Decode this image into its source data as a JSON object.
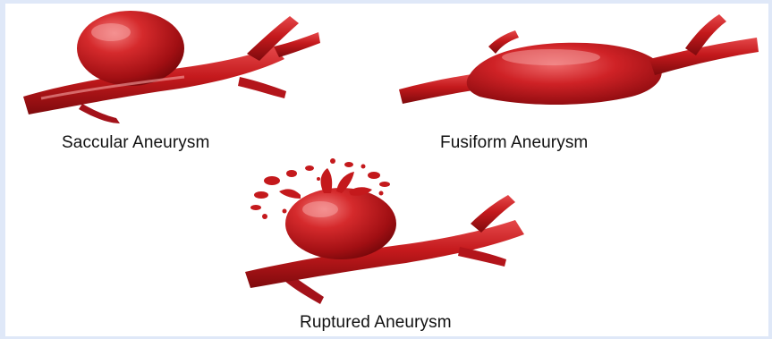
{
  "figure": {
    "labels": {
      "saccular": "Saccular Aneurysm",
      "fusiform": "Fusiform Aneurysm",
      "ruptured": "Ruptured Aneurysm"
    },
    "colors": {
      "vessel_dark": "#8e0b0f",
      "vessel_mid": "#c4191c",
      "vessel_light": "#e5484a",
      "highlight": "#f6a3a3",
      "frame": "#dfe8f8"
    }
  }
}
